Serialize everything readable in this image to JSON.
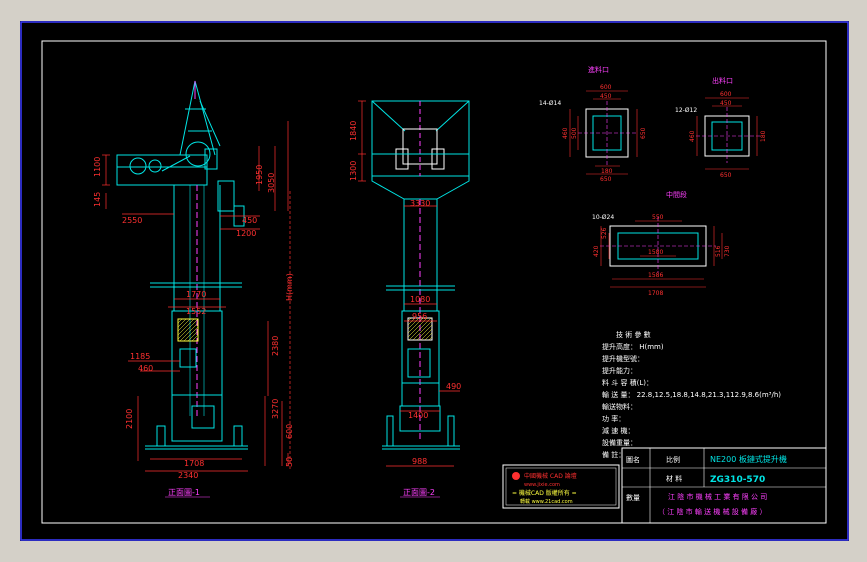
{
  "drawing": {
    "views": {
      "front_label": "正面圖-1",
      "side_label": "正面圖-2"
    },
    "front_dims": {
      "d1100": "1100",
      "d145": "145",
      "d2550": "2550",
      "d1950": "1950",
      "d3050": "3050",
      "d450": "450",
      "d1200": "1200",
      "d1770": "1770",
      "d1552": "1552",
      "hmm": "H(mm)",
      "d1185": "1185",
      "d460": "460",
      "d2380": "2380",
      "d2100": "2100",
      "d3270": "3270",
      "d600": "600",
      "d1708": "1708",
      "d2340": "2340",
      "d50": "50"
    },
    "side_dims": {
      "d1840": "1840",
      "d1300": "1300",
      "d3330": "3330",
      "d1080": "1080",
      "d956": "956",
      "d490": "490",
      "d1400": "1400",
      "d988": "988"
    },
    "details": {
      "inlet": {
        "title": "進料口",
        "hole": "14-Ø14",
        "top1": "600",
        "top2": "450",
        "left": "460",
        "inner": "500",
        "right": "650",
        "b1": "180",
        "b2": "650"
      },
      "outlet": {
        "title": "出料口",
        "hole": "12-Ø12",
        "top1": "600",
        "top2": "450",
        "left": "460",
        "right": "180",
        "bottom": "650"
      },
      "section": {
        "title": "中間段",
        "hole": "10-Ø24",
        "top": "550",
        "left1": "420",
        "left2": "526",
        "inner": "1580",
        "right1": "516",
        "right2": "730",
        "b1": "1586",
        "b2": "1708"
      }
    },
    "specs": {
      "title": "技 術 參 數",
      "rows": [
        "提升高度：  H(mm)",
        "提升機型號：",
        "提升能力：",
        "料 斗 容 積(L)：",
        "輸 送 量：  22.8,12.5,18.8,14.8,21.3,112.9,8.6(m³/h)",
        "輸送物料：",
        "功   率：",
        "減 速 機：",
        "設備重量：",
        "備   註："
      ]
    },
    "logo": {
      "line1": "中國機械 CAD 論壇",
      "line2": "www.jixie.com",
      "line3": "= 機械CAD  版權所有 =",
      "line4": "轉載  www.21cad.com"
    },
    "title_block": {
      "label_drawing": "圖名",
      "label_scale": "比例",
      "drawing_name": "NE200 板鏈式提升機",
      "label_material": "材 料",
      "drawing_no": "ZG310-570",
      "label_qty": "數量",
      "company1": "江 陰 市 機 械 工 業 有 限 公 司",
      "company2": "（ 江 陰 市 輸 送 機 械 設 備 廠 ）"
    }
  },
  "colors": {
    "background": "#d4d0c8",
    "paper": "#000000",
    "structure": "#00e5e5",
    "dimension": "#ff3030",
    "text": "#ffffff",
    "accent": "#ff40ff",
    "yellow": "#ffff40",
    "frame": "#3a3aff"
  }
}
